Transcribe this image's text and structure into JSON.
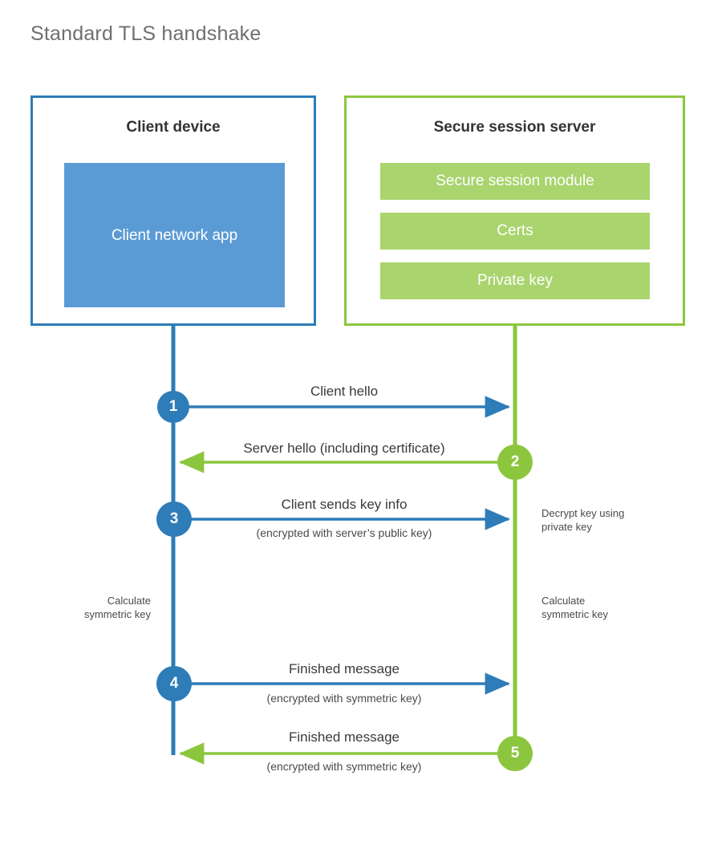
{
  "title": "Standard TLS handshake",
  "colors": {
    "client_blue": "#2e7cb8",
    "client_app_fill": "#5b9bd5",
    "server_green": "#8cc63e",
    "server_bar_fill": "#a9d46e",
    "title_gray": "#6f6f6f",
    "text_dark": "#3a3a3a",
    "background": "#ffffff"
  },
  "actors": {
    "client": {
      "title": "Client device",
      "blocks": [
        {
          "label": "Client network app"
        }
      ]
    },
    "server": {
      "title": "Secure session server",
      "blocks": [
        {
          "label": "Secure session module"
        },
        {
          "label": "Certs"
        },
        {
          "label": "Private key"
        }
      ]
    }
  },
  "steps": [
    {
      "number": "1",
      "label": "Client hello",
      "sublabel": "",
      "direction": "client-to-server",
      "color": "#2e7cb8"
    },
    {
      "number": "2",
      "label": "Server hello (including certificate)",
      "sublabel": "",
      "direction": "server-to-client",
      "color": "#8cc63e"
    },
    {
      "number": "3",
      "label": "Client sends key info",
      "sublabel": "(encrypted with server’s public key)",
      "direction": "client-to-server",
      "color": "#2e7cb8"
    },
    {
      "number": "4",
      "label": "Finished message",
      "sublabel": "(encrypted with symmetric key)",
      "direction": "client-to-server",
      "color": "#2e7cb8"
    },
    {
      "number": "5",
      "label": "Finished message",
      "sublabel": "(encrypted with symmetric key)",
      "direction": "server-to-client",
      "color": "#8cc63e"
    }
  ],
  "notes": {
    "server_decrypt": "Decrypt key using\nprivate key",
    "server_decrypt_line1": "Decrypt key using",
    "server_decrypt_line2": "private key",
    "client_calculate_line1": "Calculate",
    "client_calculate_line2": "symmetric key",
    "server_calculate_line1": "Calculate",
    "server_calculate_line2": "symmetric key"
  }
}
